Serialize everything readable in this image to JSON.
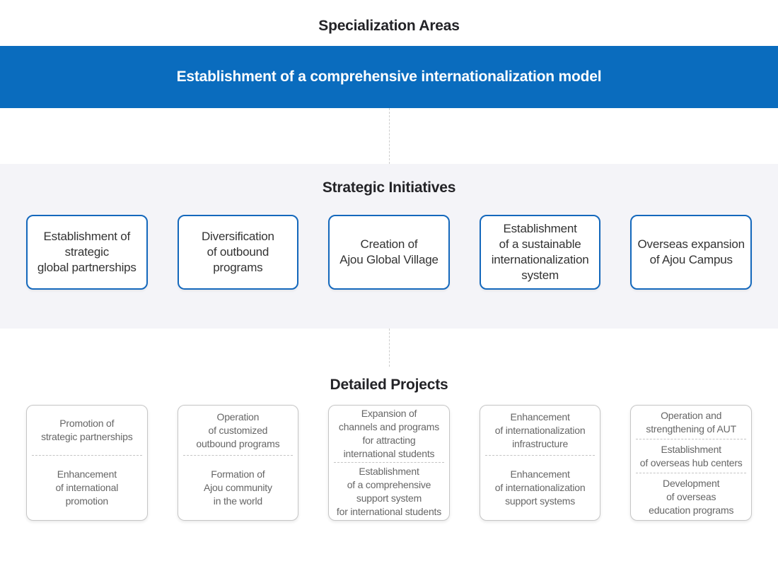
{
  "header": {
    "title": "Specialization Areas",
    "banner": "Establishment of a comprehensive internationalization model"
  },
  "strategic": {
    "title": "Strategic Initiatives",
    "items": [
      "Establishment of\nstrategic\nglobal partnerships",
      "Diversification\nof outbound\nprograms",
      "Creation of\nAjou Global Village",
      "Establishment\nof a sustainable\ninternationalization\nsystem",
      "Overseas expansion\nof Ajou Campus"
    ]
  },
  "detailed": {
    "title": "Detailed Projects",
    "projects": [
      {
        "items": [
          "Promotion of\nstrategic partnerships",
          "Enhancement\nof international\npromotion"
        ]
      },
      {
        "items": [
          "Operation\nof customized\noutbound programs",
          "Formation of\nAjou community\nin the world"
        ]
      },
      {
        "items": [
          "Expansion of\nchannels and programs\nfor attracting\ninternational students",
          "Establishment\nof a comprehensive\nsupport system\nfor international students"
        ]
      },
      {
        "items": [
          "Enhancement\nof internationalization\ninfrastructure",
          "Enhancement\nof internationalization\nsupport systems"
        ]
      },
      {
        "items": [
          "Operation and\nstrengthening of AUT",
          "Establishment\nof overseas hub centers",
          "Development\nof overseas\neducation programs"
        ]
      }
    ]
  },
  "colors": {
    "banner_bg": "#0a6cbe",
    "banner_text": "#ffffff",
    "strategic_card_border": "#1468bc",
    "strategic_card_text": "#333333",
    "section_bg": "#f4f4f8",
    "title_text": "#232327",
    "detail_card_border": "#c6c6c6",
    "detail_card_text": "#666666",
    "dashed_line": "#cccccc"
  }
}
